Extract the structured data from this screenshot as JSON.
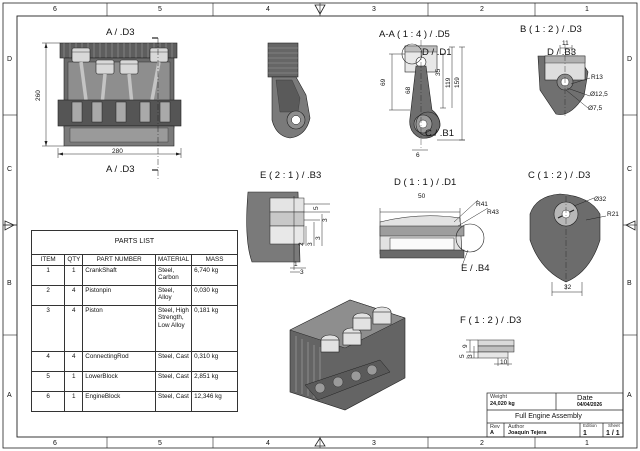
{
  "border": {
    "top_zones": [
      "6",
      "5",
      "4",
      "3",
      "2",
      "1"
    ],
    "bottom_zones": [
      "6",
      "5",
      "4",
      "3",
      "2",
      "1"
    ],
    "left_zones": [
      "D",
      "C",
      "B",
      "A"
    ],
    "right_zones": [
      "D",
      "C",
      "B",
      "A"
    ]
  },
  "views": {
    "view_a": {
      "label_top": "A / .D3",
      "label_bottom": "A / .D3",
      "dim_height": "260",
      "dim_width": "280"
    },
    "section_aa": {
      "label": "A-A ( 1 : 4 ) / .D5",
      "sub_d1": "D / .D1",
      "sub_c": "C / .B1",
      "dims": [
        "69",
        "68",
        "35",
        "119",
        "159",
        "6"
      ]
    },
    "detail_b": {
      "label": "B ( 1 : 2 ) / .D3",
      "sub": "D / .B3",
      "dims": [
        "11",
        "R13",
        "Ø12,5",
        "Ø7,5"
      ]
    },
    "detail_e": {
      "label": "E ( 2 : 1 ) / .B3",
      "dims": [
        "5",
        "3",
        "3",
        "3",
        "2",
        "3",
        "1"
      ]
    },
    "detail_d": {
      "label": "D ( 1 : 1 ) / .D1",
      "sub": "E / .B4",
      "dims": [
        "50",
        "R41",
        "R43"
      ]
    },
    "detail_c": {
      "label": "C ( 1 : 2 ) / .D3",
      "dims": [
        "Ø32",
        "R21",
        "32"
      ]
    },
    "detail_f": {
      "label": "F ( 1 : 2 ) / .D3",
      "dims": [
        "9",
        "5",
        "3",
        "10"
      ]
    }
  },
  "parts_list": {
    "title": "PARTS LIST",
    "headers": [
      "ITEM",
      "QTY",
      "PART NUMBER",
      "MATERIAL",
      "MASS"
    ],
    "rows": [
      {
        "item": "1",
        "qty": "1",
        "part": "CrankShaft",
        "material": "Steel, Carbon",
        "mass": "6,740 kg"
      },
      {
        "item": "2",
        "qty": "4",
        "part": "Pistonpin",
        "material": "Steel, Alloy",
        "mass": "0,030 kg"
      },
      {
        "item": "3",
        "qty": "4",
        "part": "Piston",
        "material": "Steel, High Strength, Low Alloy",
        "mass": "0,181 kg"
      },
      {
        "item": "4",
        "qty": "4",
        "part": "ConnectingRod",
        "material": "Steel, Cast",
        "mass": "0,310 kg"
      },
      {
        "item": "5",
        "qty": "1",
        "part": "LowerBlock",
        "material": "Steel, Cast",
        "mass": "2,851 kg"
      },
      {
        "item": "6",
        "qty": "1",
        "part": "EngineBlock",
        "material": "Steel, Cast",
        "mass": "12,346 kg"
      }
    ]
  },
  "title_block": {
    "weight_label": "Weight",
    "weight_value": "24,020 kg",
    "date_label": "Date",
    "date_value": "04/04/2026",
    "title": "Full Engine Assembly",
    "rev_label": "Rev",
    "rev_value": "A",
    "author_label": "Author",
    "author_value": "Joaquín Tejera",
    "edition_label": "Edition",
    "edition_value": "1",
    "sheet_label": "Sheet",
    "sheet_value": "1 / 1"
  },
  "colors": {
    "line": "#222222",
    "shade_dark": "#4a4a4a",
    "shade_mid": "#8a8a8a",
    "shade_light": "#c9c9c9",
    "paper": "#ffffff"
  }
}
